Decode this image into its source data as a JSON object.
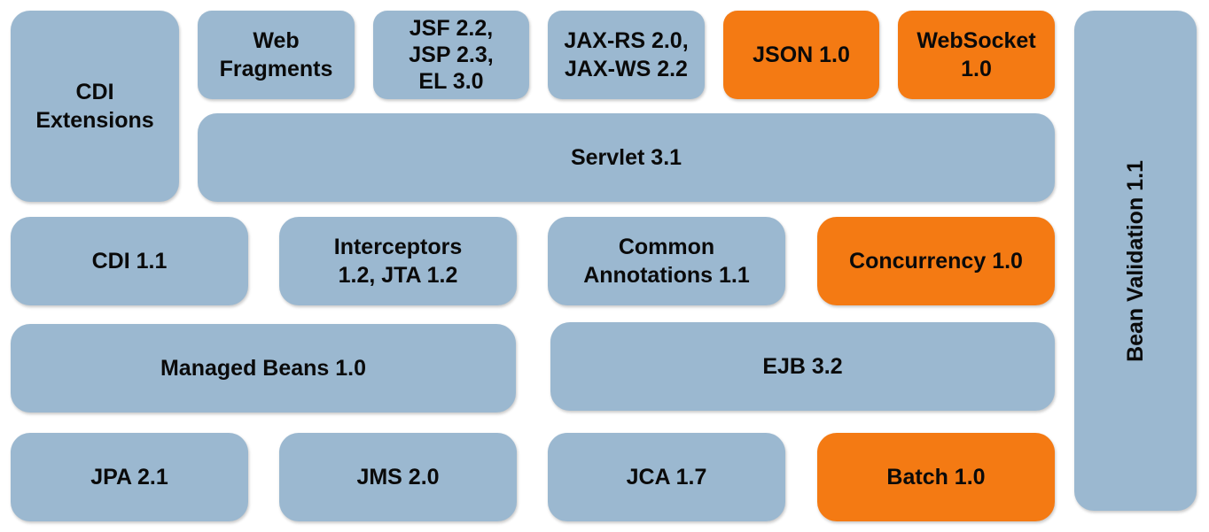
{
  "colors": {
    "standard_spec": "#9bb8d0",
    "new_spec": "#f47a13"
  },
  "boxes": {
    "cdi_extensions": "CDI\nExtensions",
    "web_fragments": "Web\nFragments",
    "jsf_jsp_el": "JSF 2.2,\nJSP 2.3,\nEL 3.0",
    "jaxrs_jaxws": "JAX-RS 2.0,\nJAX-WS 2.2",
    "json": "JSON 1.0",
    "websocket": "WebSocket\n1.0",
    "servlet": "Servlet 3.1",
    "cdi": "CDI 1.1",
    "interceptors_jta": "Interceptors\n1.2, JTA 1.2",
    "common_annotations": "Common\nAnnotations 1.1",
    "concurrency": "Concurrency 1.0",
    "managed_beans": "Managed Beans 1.0",
    "ejb": "EJB 3.2",
    "jpa": "JPA 2.1",
    "jms": "JMS 2.0",
    "jca": "JCA 1.7",
    "batch": "Batch 1.0",
    "bean_validation": "Bean Validation 1.1"
  }
}
